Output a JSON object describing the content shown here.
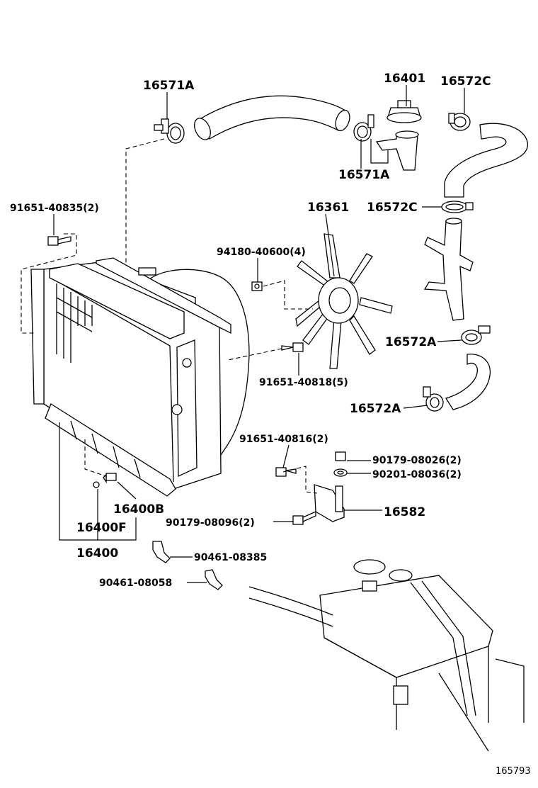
{
  "diagram": {
    "labels": {
      "p16571A_top": "16571A",
      "p16401": "16401",
      "p16572C_top": "16572C",
      "p16571A_mid": "16571A",
      "p91651_40835": "91651-40835(2)",
      "p16361": "16361",
      "p16572C_mid": "16572C",
      "p94180_40600": "94180-40600(4)",
      "p16572A_upper": "16572A",
      "p91651_40818": "91651-40818(5)",
      "p16572A_lower": "16572A",
      "p91651_40816": "91651-40816(2)",
      "p90179_08026": "90179-08026(2)",
      "p90201_08036": "90201-08036(2)",
      "p16400B": "16400B",
      "p16582": "16582",
      "p90179_08096": "90179-08096(2)",
      "p16400F": "16400F",
      "p16400": "16400",
      "p90461_08385": "90461-08385",
      "p90461_08058": "90461-08058"
    },
    "reference_number": "165793"
  }
}
